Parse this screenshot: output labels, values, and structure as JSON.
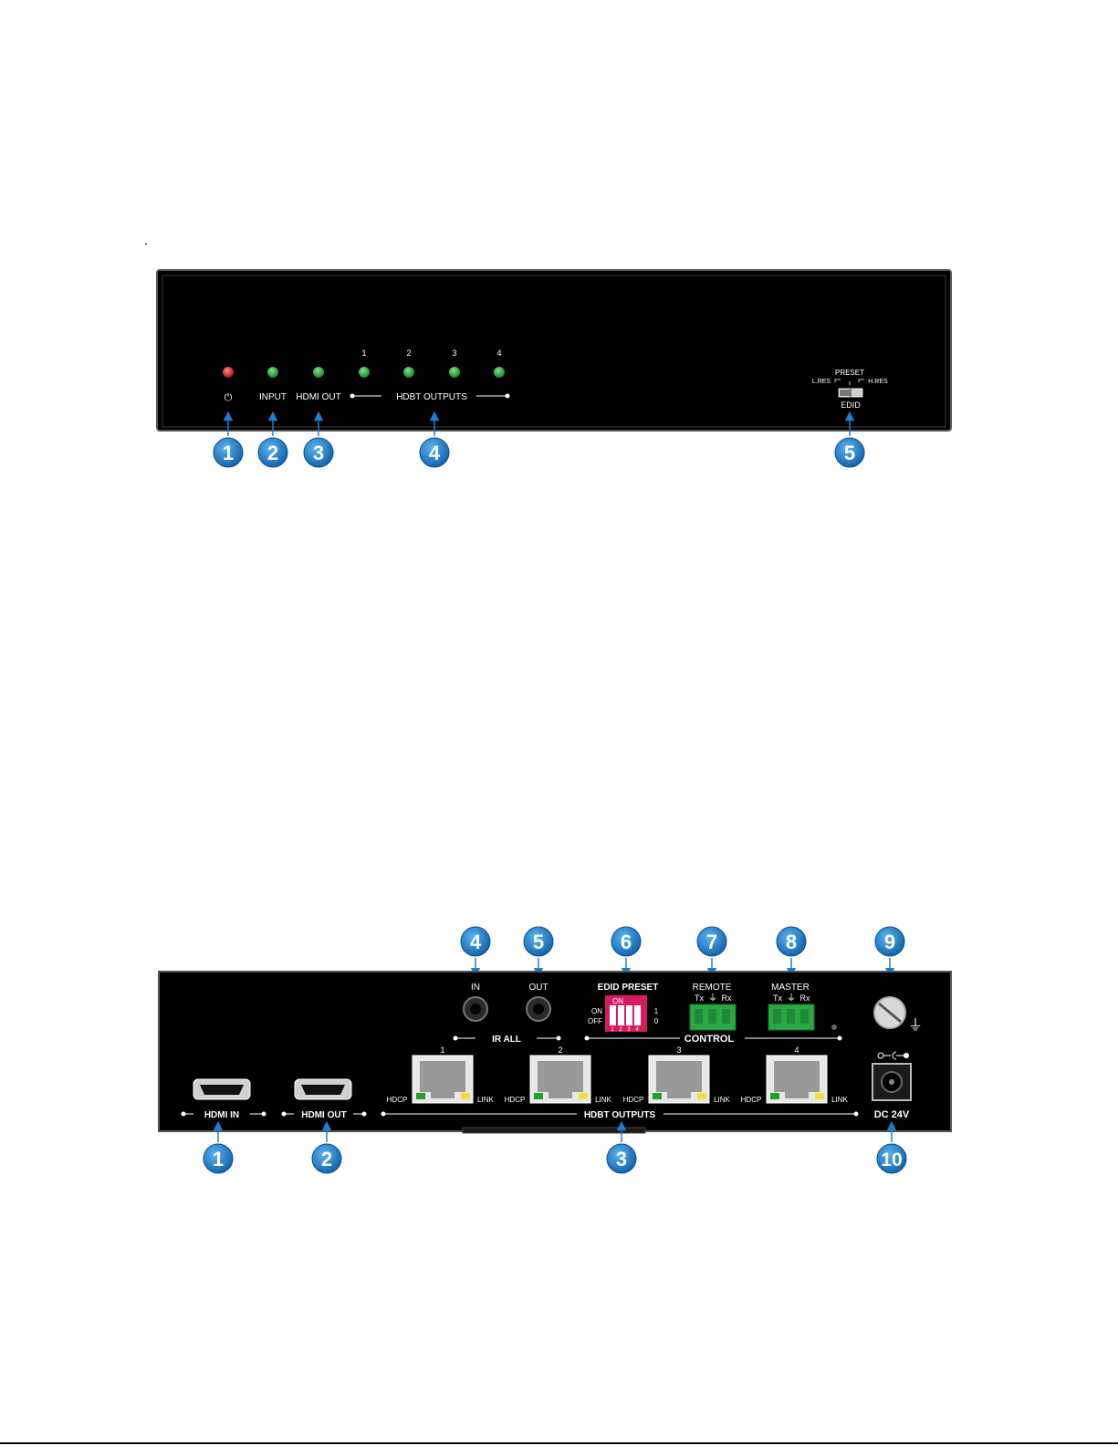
{
  "front_panel": {
    "led_numbers": [
      "1",
      "2",
      "3",
      "4"
    ],
    "power_symbol": "⏻",
    "input_label": "INPUT",
    "hdmi_out_label": "HDMI OUT",
    "hdbt_outputs_label": "HDBT OUTPUTS",
    "edid_preset_label": "PRESET",
    "edid_lres_label": "L.RES",
    "edid_hres_label": "H.RES",
    "edid_label": "EDID",
    "led_colors": {
      "power": "#e02020",
      "status": "#1fa030"
    },
    "callouts": [
      "1",
      "2",
      "3",
      "4",
      "5"
    ]
  },
  "rear_panel": {
    "ir_in_label": "IN",
    "ir_out_label": "OUT",
    "ir_all_label": "IR ALL",
    "edid_preset_label": "EDID PRESET",
    "dip_on_label": "ON",
    "dip_off_label": "OFF",
    "dip_on_top": "ON",
    "dip_numbers": [
      "1",
      "2",
      "3",
      "4"
    ],
    "dip_1": "1",
    "dip_0": "0",
    "remote_label": "REMOTE",
    "master_label": "MASTER",
    "tx_label": "Tx",
    "rx_label": "Rx",
    "ground_symbol": "⏚",
    "control_label": "CONTROL",
    "port_numbers": [
      "1",
      "2",
      "3",
      "4"
    ],
    "hdcp_label": "HDCP",
    "link_label": "LINK",
    "hdmi_in_label": "HDMI IN",
    "hdmi_out_label": "HDMI OUT",
    "hdbt_outputs_label": "HDBT OUTPUTS",
    "dc_label": "DC 24V",
    "callouts": [
      "1",
      "2",
      "3",
      "4",
      "5",
      "6",
      "7",
      "8",
      "9",
      "10"
    ]
  },
  "colors": {
    "callout": "#1a7fd0",
    "chassis": "#000000",
    "dip": "#d81b60",
    "terminal": "#2aa845"
  }
}
